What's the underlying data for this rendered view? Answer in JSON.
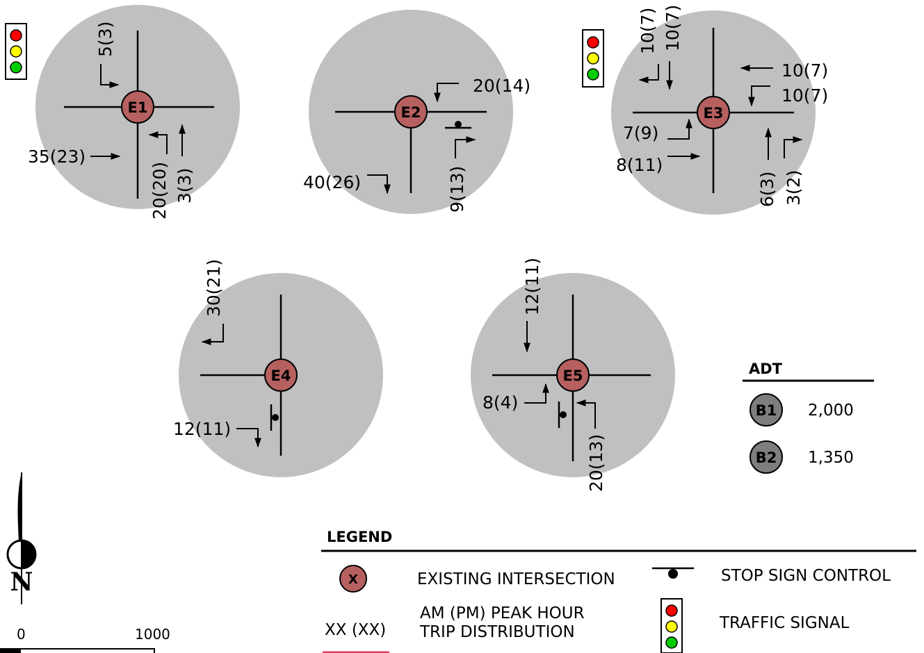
{
  "intersections": [
    {
      "id": "E1",
      "volumes": [
        "5(3)",
        "35(23)",
        "20(20)",
        "3(3)"
      ]
    },
    {
      "id": "E2",
      "volumes": [
        "20(14)",
        "40(26)",
        "9(13)"
      ]
    },
    {
      "id": "E3",
      "volumes": [
        "10(7)",
        "10(7)",
        "10(7)",
        "10(7)",
        "7(9)",
        "8(11)",
        "6(3)",
        "3(2)"
      ]
    },
    {
      "id": "E4",
      "volumes": [
        "30(21)",
        "12(11)"
      ]
    },
    {
      "id": "E5",
      "volumes": [
        "12(11)",
        "8(4)",
        "20(13)"
      ]
    }
  ],
  "adt": {
    "title": "ADT",
    "items": [
      {
        "label": "B1",
        "value": "2,000"
      },
      {
        "label": "B2",
        "value": "1,350"
      }
    ]
  },
  "legend": {
    "title": "LEGEND",
    "existing_symbol": "X",
    "existing_label": "EXISTING INTERSECTION",
    "volume_symbol": "XX (XX)",
    "volume_label_line1": "AM (PM) PEAK HOUR",
    "volume_label_line2": "TRIP DISTRIBUTION",
    "stop_label": "STOP SIGN CONTROL",
    "signal_label": "TRAFFIC SIGNAL"
  },
  "north": {
    "letter": "N"
  },
  "scale": {
    "start": "0",
    "end": "1000"
  },
  "colors": {
    "zone": "#c0c0c0",
    "node": "#b76060",
    "adt_node": "#7e7e7e",
    "signal_red": "#ff0000",
    "signal_yellow": "#ffff00",
    "signal_green": "#00cc00",
    "legend_line": "#e0405a"
  }
}
